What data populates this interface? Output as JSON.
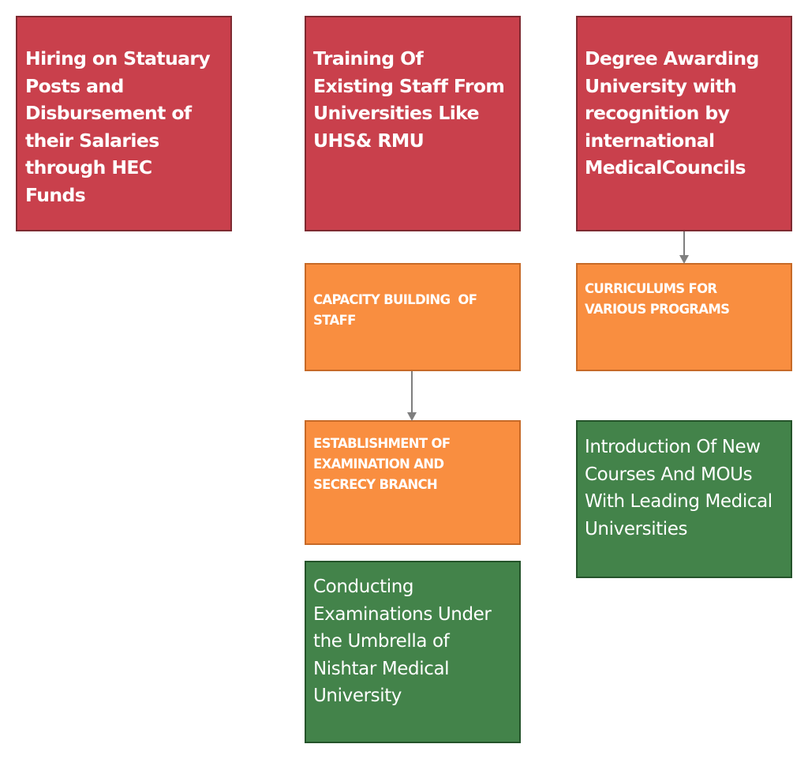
{
  "nodes": {
    "hiring": {
      "text": "Hiring on Statuary Posts and Disbursement of their Salaries through HEC Funds"
    },
    "training": {
      "text": "Training Of Existing Staff From Universities Like UHS& RMU"
    },
    "degree": {
      "text": "Degree Awarding University with recognition by international MedicalCouncils"
    },
    "capacity": {
      "text": "CAPACITY BUILDING  OF STAFF"
    },
    "curriculums": {
      "text": "CURRICULUMS FOR VARIOUS PROGRAMS"
    },
    "examination_branch": {
      "text": "ESTABLISHMENT OF EXAMINATION AND SECRECY BRANCH"
    },
    "new_courses": {
      "text": "Introduction Of New Courses And MOUs With Leading Medical Universities"
    },
    "conducting_exams": {
      "text": "Conducting Examinations Under the Umbrella of Nishtar Medical University"
    }
  },
  "edges": [
    {
      "from": "degree",
      "to": "curriculums"
    },
    {
      "from": "capacity",
      "to": "examination_branch"
    }
  ],
  "colors": {
    "red": "#c9404c",
    "orange": "#f98e40",
    "green": "#43834a",
    "connector": "#7f7f7f"
  }
}
